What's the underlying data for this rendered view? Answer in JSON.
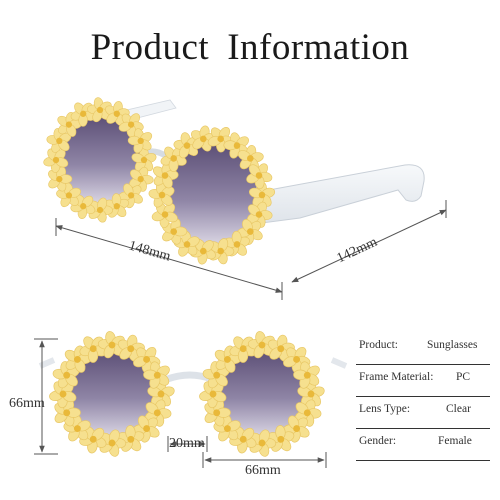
{
  "title": {
    "word1": "Product",
    "word2": "Information"
  },
  "dimensions": {
    "frame_width": "148mm",
    "temple_length": "142mm",
    "lens_height": "66mm",
    "bridge_width": "20mm",
    "lens_width": "66mm"
  },
  "specs": [
    {
      "label": "Product:",
      "value": "Sunglasses"
    },
    {
      "label": "Frame Material:",
      "value": "PC"
    },
    {
      "label": "Lens Type:",
      "value": "Clear"
    },
    {
      "label": "Gender:",
      "value": "Female"
    }
  ],
  "colors": {
    "petal": "#f6e08f",
    "petal_edge": "#e8c766",
    "flower_center": "#e9b93a",
    "lens_top": "#5c4f76",
    "lens_bottom": "#ddd9e6",
    "frame": "#eef1f4"
  }
}
